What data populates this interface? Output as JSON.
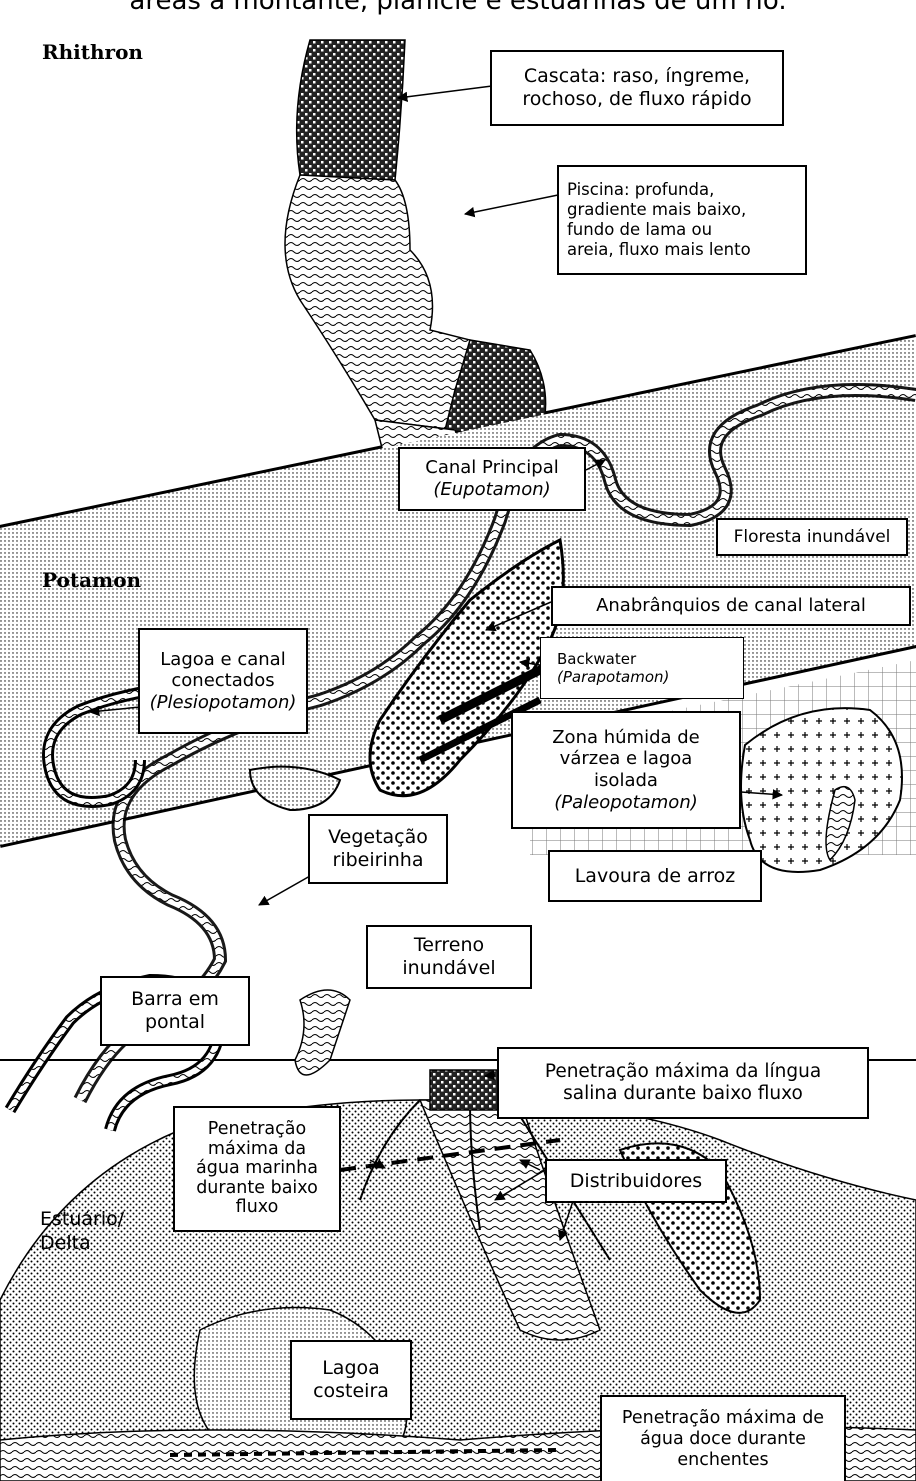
{
  "title": "áreas a montante, planície e estuarinas de um rio.",
  "zones": {
    "rhithron": "Rhithron",
    "potamon": "Potamon",
    "estuary_line1": "Estuário/",
    "estuary_line2": "Delta"
  },
  "labels": {
    "cascata": [
      "Cascata: raso, íngreme,",
      "rochoso, de fluxo rápido"
    ],
    "piscina": [
      "Piscina: profunda,",
      "gradiente mais baixo,",
      "fundo de lama ou",
      "areia, fluxo mais lento"
    ],
    "canal_principal": [
      "Canal Principal",
      "(Eupotamon)"
    ],
    "floresta": [
      "Floresta inundável"
    ],
    "anabranquios": [
      "Anabrânquios de canal lateral"
    ],
    "lagoa_canal": [
      "Lagoa e canal",
      "conectados",
      "(Plesiopotamon)"
    ],
    "backwater": [
      "Backwater",
      "(Parapotamon)"
    ],
    "zona_humida": [
      "Zona húmida de",
      "várzea e lagoa",
      "isolada",
      "(Paleopotamon)"
    ],
    "vegetacao": [
      "Vegetação",
      "ribeirinha"
    ],
    "lavoura": [
      "Lavoura de arroz"
    ],
    "terreno": [
      "Terreno",
      "inundável"
    ],
    "barra": [
      "Barra em",
      "pontal"
    ],
    "lingua_salina": [
      "Penetração máxima da língua",
      "salina durante baixo fluxo"
    ],
    "agua_marinha": [
      "Penetração",
      "máxima da",
      "água marinha",
      "durante baixo",
      "fluxo"
    ],
    "distribuidores": [
      "Distribuidores"
    ],
    "lagoa_costeira": [
      "Lagoa",
      "costeira"
    ],
    "agua_doce": [
      "Penetração máxima de",
      "água doce durante",
      "enchentes"
    ]
  }
}
